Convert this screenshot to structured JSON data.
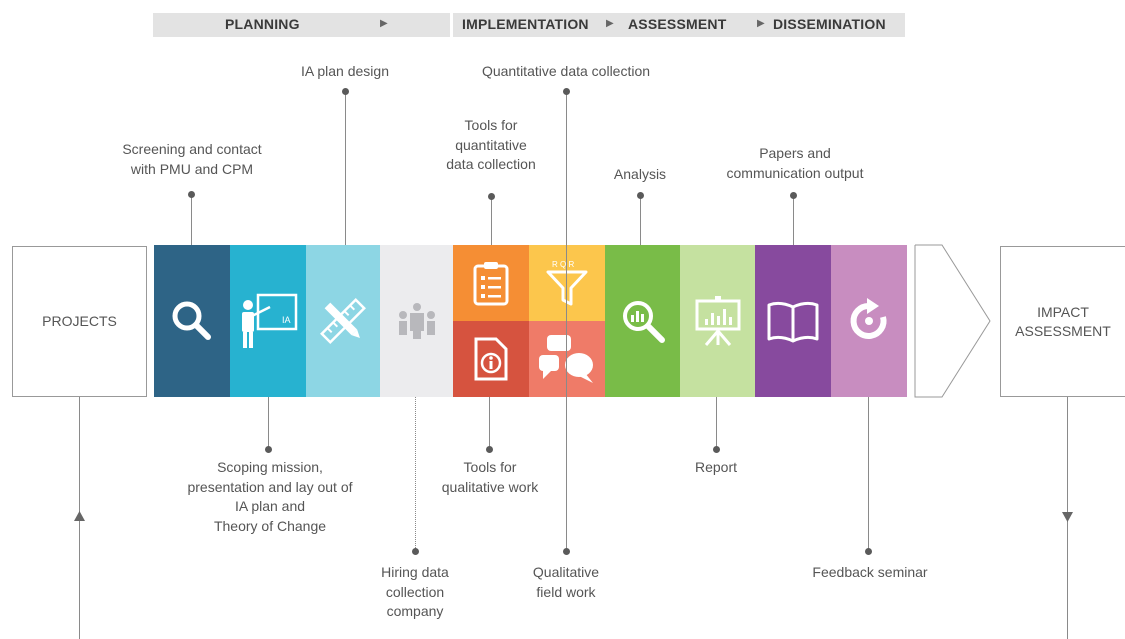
{
  "phases": {
    "planning": "PLANNING",
    "implementation": "IMPLEMENTATION",
    "assessment": "ASSESSMENT",
    "dissemination": "DISSEMINATION"
  },
  "start_box": "PROJECTS",
  "end_box": {
    "line1": "IMPACT",
    "line2": "ASSESSMENT"
  },
  "steps_top": {
    "screening": {
      "line1": "Screening and contact",
      "line2": "with PMU and CPM"
    },
    "ia_plan_design": "IA plan design",
    "tools_quant": {
      "line1": "Tools for",
      "line2": "quantitative",
      "line3": "data collection"
    },
    "quant_data_collection": "Quantitative data collection",
    "analysis": "Analysis",
    "papers": {
      "line1": "Papers and",
      "line2": "communication output"
    }
  },
  "steps_bottom": {
    "scoping": {
      "line1": "Scoping mission,",
      "line2": "presentation and lay out of",
      "line3": "IA plan and",
      "line4": "Theory of Change"
    },
    "hiring": {
      "line1": "Hiring data",
      "line2": "collection",
      "line3": "company"
    },
    "tools_qual": {
      "line1": "Tools for",
      "line2": "qualitative work"
    },
    "qual_field": {
      "line1": "Qualitative",
      "line2": "field work"
    },
    "report": "Report",
    "feedback": "Feedback seminar"
  },
  "icon_texts": {
    "ia_badge": "IA",
    "funnel_letters": "R Q R"
  },
  "colors": {
    "step1": "#2e6486",
    "step2": "#27b2d0",
    "step3": "#8dd6e4",
    "step4": "#ececee",
    "step5a": "#f58e34",
    "step5b": "#d6533f",
    "step6a": "#fcc64c",
    "step6b": "#ef7b68",
    "step7": "#79bc48",
    "step8": "#c5e1a0",
    "step9": "#874a9e",
    "step10": "#c88dc0"
  }
}
